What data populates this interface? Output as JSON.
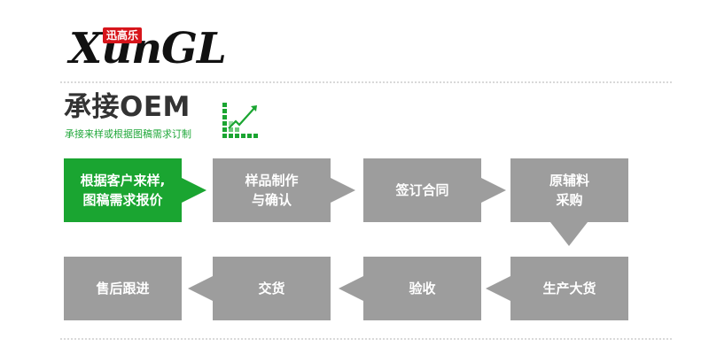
{
  "logo": {
    "text": "XunGL",
    "stamp": "迅高乐"
  },
  "header": {
    "title": "承接OEM",
    "subtitle": "承接来样或根据图稿需求订制"
  },
  "icon": "growth-chart-icon",
  "colors": {
    "accent_green": "#1aa531",
    "box_gray": "#9d9d9d",
    "logo_red": "#d7151b"
  },
  "steps": [
    {
      "label": "根据客户来样,\n图稿需求报价",
      "active": true
    },
    {
      "label": "样品制作\n与确认",
      "active": false
    },
    {
      "label": "签订合同",
      "active": false
    },
    {
      "label": "原辅料\n采购",
      "active": false
    },
    {
      "label": "生产大货",
      "active": false
    },
    {
      "label": "验收",
      "active": false
    },
    {
      "label": "交货",
      "active": false
    },
    {
      "label": "售后跟进",
      "active": false
    }
  ]
}
